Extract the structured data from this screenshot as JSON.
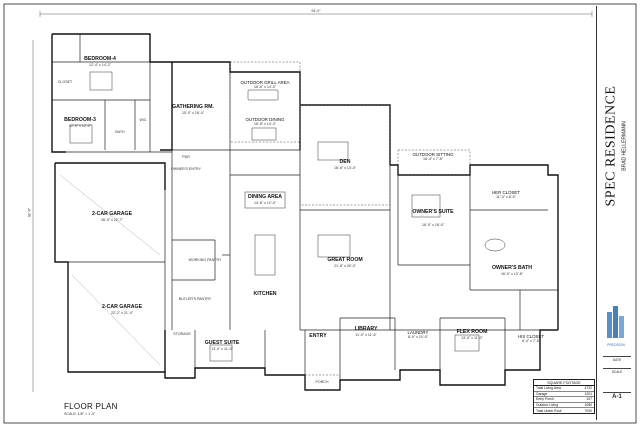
{
  "sheet": {
    "project_title": "SPEC RESIDENCE",
    "designer": "BRAD HELLERMANN",
    "plan_title": "FLOOR PLAN",
    "plan_scale": "SCALE: 1/8\" = 1'-0\"",
    "overall_dim": "94'-0\"",
    "side_dim": "91'-0\""
  },
  "rooms": {
    "bedroom4": {
      "name": "BEDROOM-4",
      "size": "12'-4\" x 14'-2\""
    },
    "bedroom3": {
      "name": "BEDROOM-3",
      "size": "12'-9\" x 12'-0\""
    },
    "gathering": {
      "name": "GATHERING RM.",
      "size": "15'-0\" x 18'-4\""
    },
    "outdoor_grill": {
      "name": "OUTDOOR GRILL AREA",
      "size": "16'-6\" x 14'-3\""
    },
    "outdoor_dining": {
      "name": "OUTDOOR DINING",
      "size": "16'-8\" x 14'-3\""
    },
    "den": {
      "name": "DEN",
      "size": "16'-6\" x 14'-0\""
    },
    "outdoor_sitting": {
      "name": "OUTDOOR SITTING",
      "size": "16'-4\" x 7'-5\""
    },
    "garage2a": {
      "name": "2-CAR GARAGE",
      "size": "26'-0\" x 22'-7\""
    },
    "garage2b": {
      "name": "2-CAR GARAGE",
      "size": "22'-2\" x 21'-4\""
    },
    "dining": {
      "name": "DINING AREA",
      "size": "14'-8\" x 12'-0\""
    },
    "great_room": {
      "name": "GREAT ROOM",
      "size": "21'-8\" x 20'-0\""
    },
    "owners_suite": {
      "name": "OWNER'S SUITE",
      "size": "16'-0\" x 18'-0\""
    },
    "her_closet": {
      "name": "HER CLOSET",
      "size": "11'-0\" x 8'-5\""
    },
    "owners_bath": {
      "name": "OWNER'S BATH",
      "size": "16'-0\" x 13'-8\""
    },
    "kitchen": {
      "name": "KITCHEN",
      "size": ""
    },
    "guest_suite": {
      "name": "GUEST SUITE",
      "size": "13'-0\" x 11'-0\""
    },
    "entry": {
      "name": "ENTRY",
      "size": ""
    },
    "library": {
      "name": "LIBRARY",
      "size": "11'-0\" x 11'-6\""
    },
    "laundry": {
      "name": "LAUNDRY",
      "size": "8'-0\" x 10'-0\""
    },
    "flex": {
      "name": "FLEX ROOM",
      "size": "13'-0\" x 11'-0\""
    },
    "his_closet": {
      "name": "HIS CLOSET",
      "size": "8'-4\" x 7'-5\""
    },
    "porch": {
      "name": "PORCH",
      "size": ""
    },
    "storage": {
      "name": "STORAGE",
      "size": ""
    },
    "working_pantry": {
      "name": "WORKING PANTRY",
      "size": ""
    },
    "owners_entry": {
      "name": "OWNER'S ENTRY",
      "size": ""
    },
    "butlers_pantry": {
      "name": "BUTLER'S PANTRY",
      "size": ""
    },
    "pdr": {
      "name": "PDR",
      "size": ""
    },
    "bath": {
      "name": "BATH",
      "size": ""
    },
    "closet": {
      "name": "CLOSET",
      "size": ""
    },
    "wic": {
      "name": "WIC",
      "size": ""
    }
  },
  "square_footage": {
    "title": "SQUARE FOOTAGE",
    "rows": [
      {
        "label": "Total Living Area",
        "value": "4732"
      },
      {
        "label": "Garage",
        "value": "1201"
      },
      {
        "label": "Entry Porch",
        "value": "107"
      },
      {
        "label": "Outdoor Living",
        "value": "1080"
      },
      {
        "label": "Total Under Roof",
        "value": "7090"
      }
    ]
  },
  "title_block": {
    "logo_text": "PRECISION",
    "sheet_label": "A-1",
    "date_label": "DATE",
    "scale_label": "SCALE"
  },
  "colors": {
    "line": "#1a1a1a",
    "wall": "#111111",
    "logo": "#4a7fb5"
  }
}
